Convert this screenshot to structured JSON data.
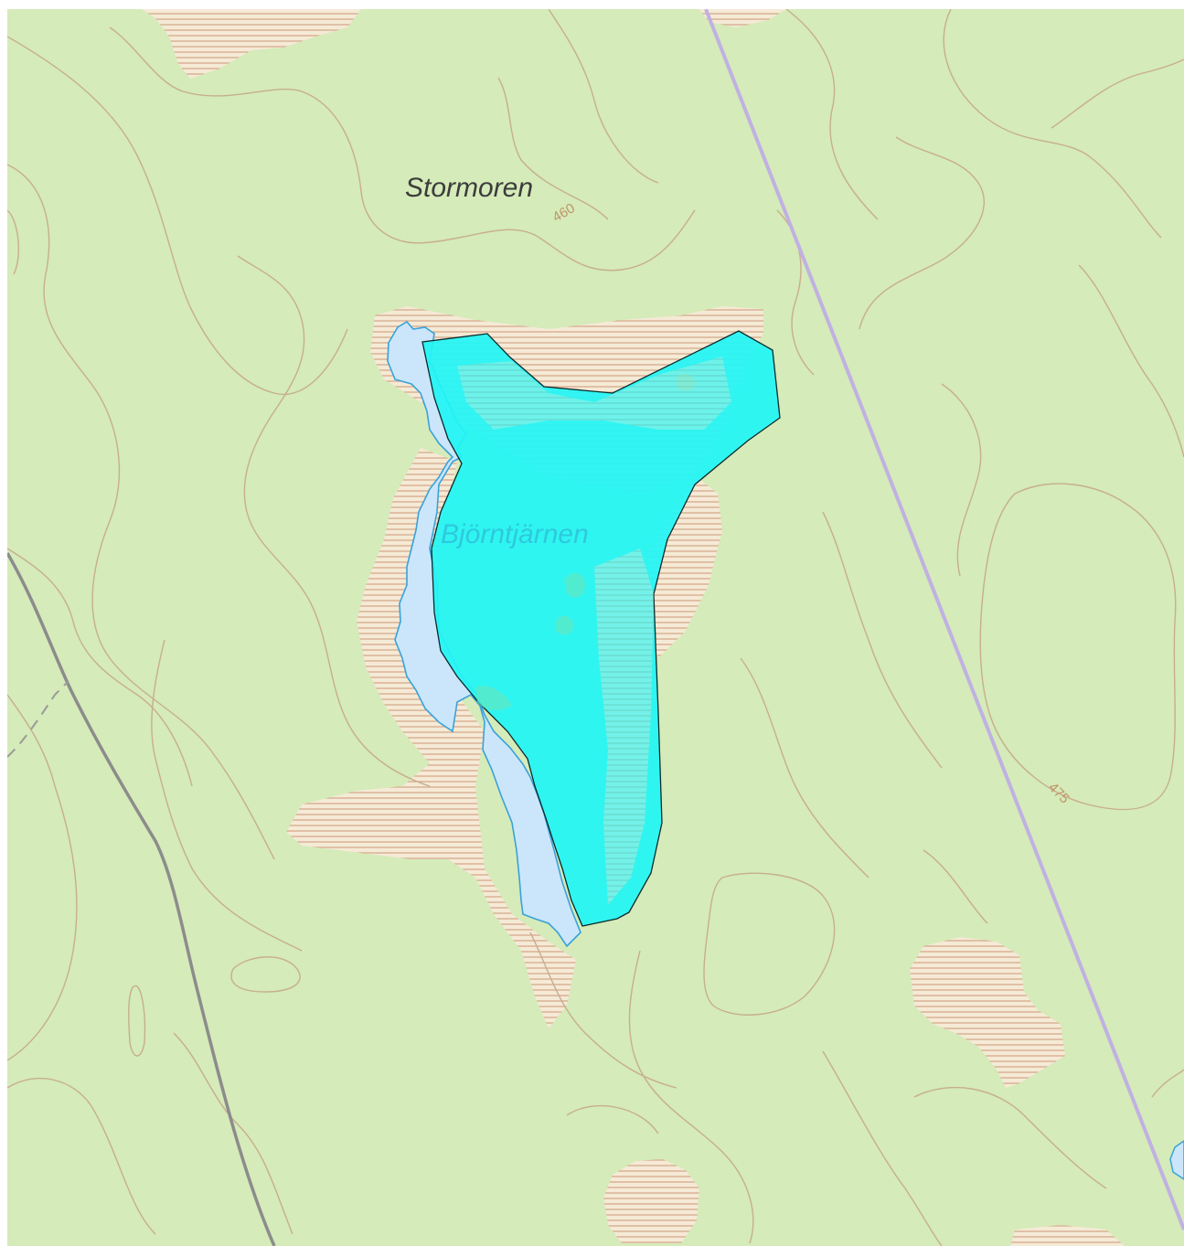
{
  "map": {
    "place_labels": {
      "stormoren": "Stormoren",
      "bjorntjarnen": "Björntjärnen"
    },
    "contour_labels": {
      "c460": "460",
      "c475": "475"
    },
    "colors": {
      "land": "#d5ebb9",
      "marsh_hatch": "#d2a487",
      "open_bog_fill": "#f6e9d6",
      "lake_water": "#cbe6fb",
      "lake_outline": "#3aa2d9",
      "selected_area_fill": "#21f5f5",
      "selected_area_outline": "#0b2a2a",
      "power_line": "#c0b1e2",
      "road": "#8c8c8c",
      "contour_line": "#c7ae8f",
      "place_label_dark": "#3c3c3c",
      "place_label_water": "#2ec9dd"
    }
  }
}
